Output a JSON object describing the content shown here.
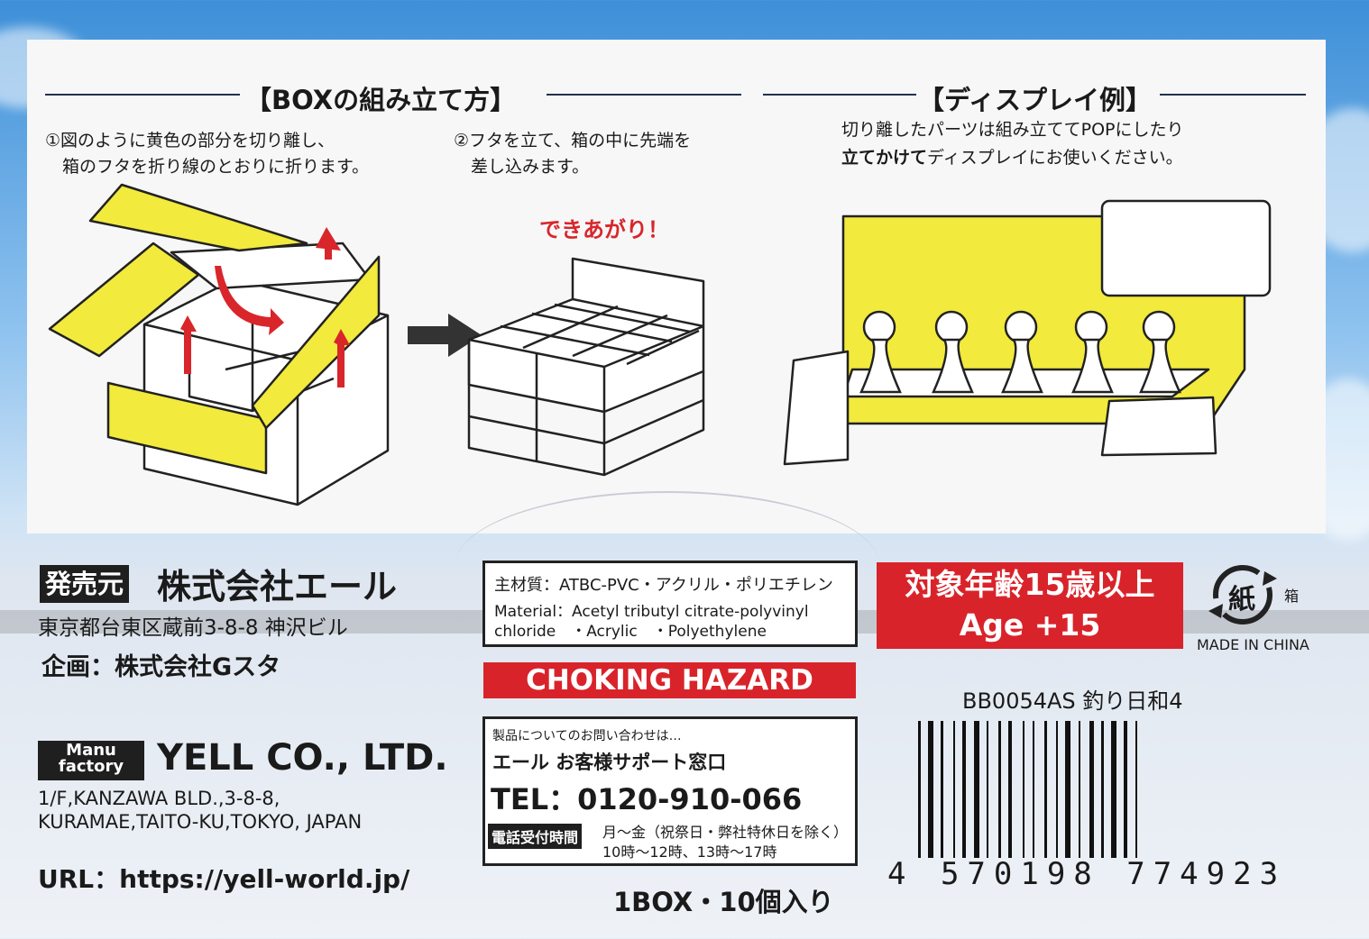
{
  "assembly": {
    "title": "【BOXの組み立て方】",
    "step1": "①図のように黄色の部分を切り離し、\n　箱のフタを折り線のとおりに折ります。",
    "step2": "②フタを立て、箱の中に先端を\n　差し込みます。",
    "done": "できあがり！"
  },
  "display": {
    "title": "【ディスプレイ例】",
    "desc1": "切り離したパーツは組み立ててPOPにしたり",
    "desc2_bold": "立てかけて",
    "desc2_rest": "ディスプレイにお使いください。"
  },
  "seller": {
    "tag": "発売元",
    "name": "株式会社エール",
    "address": "東京都台東区蔵前3-8-8 神沢ビル",
    "planning": "企画：株式会社Gスタ"
  },
  "manufacturer": {
    "tag_line1": "Manu",
    "tag_line2": "factory",
    "name": "YELL CO., LTD.",
    "address1": "1/F,KANZAWA BLD.,3-8-8,",
    "address2": "KURAMAE,TAITO-KU,TOKYO, JAPAN",
    "url": "URL：https://yell-world.jp/"
  },
  "material": {
    "jp": "主材質：ATBC-PVC・アクリル・ポリエチレン",
    "en1": "Material：Acetyl tributyl citrate-polyvinyl",
    "en2": "chloride　・Acrylic　・Polyethylene"
  },
  "warning": "CHOKING HAZARD",
  "support": {
    "intro": "製品についてのお問い合わせは…",
    "name": "エール お客様サポート窓口",
    "tel": "TEL：0120-910-066",
    "hours_label": "電話受付時間",
    "hours1": "月～金（祝祭日・弊社特休日を除く）",
    "hours2": "10時～12時、13時～17時"
  },
  "quantity": "1BOX・10個入り",
  "age": {
    "jp": "対象年齢15歳以上",
    "en": "Age +15"
  },
  "recycle": {
    "mark": "紙",
    "label": "箱"
  },
  "origin": "MADE IN CHINA",
  "product_code": "BB0054AS 釣り日和4",
  "barcode_number": "4 570198 774923",
  "colors": {
    "yellow": "#f2ea3c",
    "red": "#d9232a",
    "arrow_red": "#d8262b"
  }
}
